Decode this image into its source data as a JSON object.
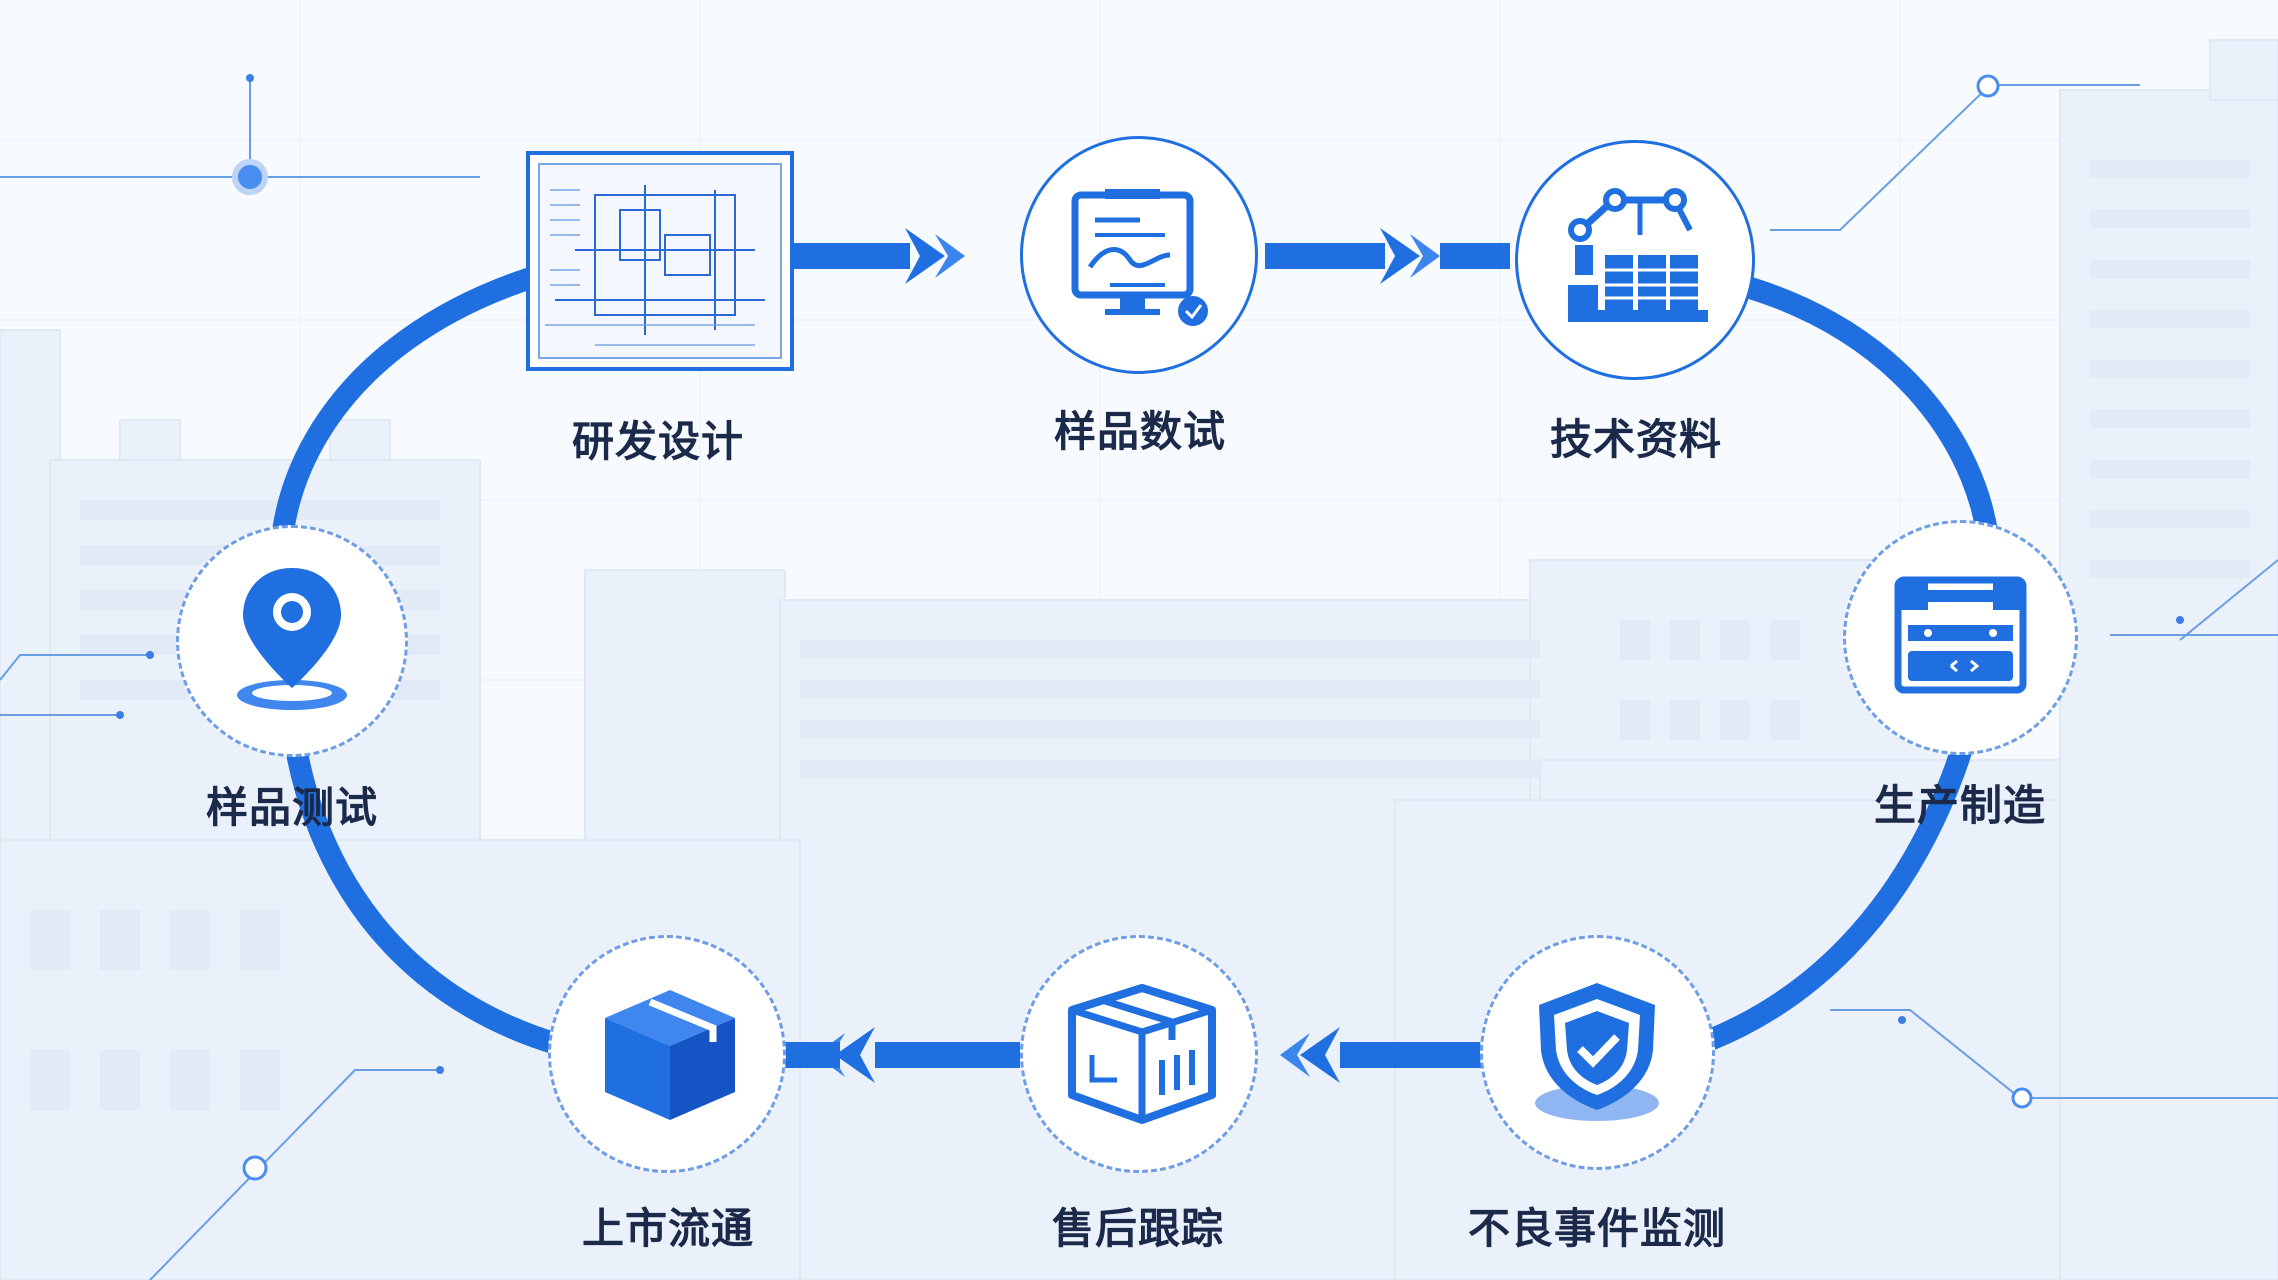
{
  "diagram": {
    "nodes": [
      {
        "id": "rd-design",
        "label": "研发设计",
        "icon": "blueprint-icon"
      },
      {
        "id": "sample-debug",
        "label": "样品数试",
        "icon": "monitor-chart-icon"
      },
      {
        "id": "tech-docs",
        "label": "技术资料",
        "icon": "robot-arm-factory-icon"
      },
      {
        "id": "manufacturing",
        "label": "生产制造",
        "icon": "machine-icon"
      },
      {
        "id": "adverse-monitoring",
        "label": "不良事件监测",
        "icon": "shield-check-icon"
      },
      {
        "id": "after-sales",
        "label": "售后跟踪",
        "icon": "box-icon"
      },
      {
        "id": "market-circulation",
        "label": "上市流通",
        "icon": "cube-icon"
      },
      {
        "id": "sample-test",
        "label": "样品测试",
        "icon": "location-pin-icon"
      }
    ],
    "colors": {
      "primary": "#1f6fe0",
      "dark_primary": "#1554c4",
      "label": "#1b2a4a",
      "circle_fill": "#ffffff",
      "circle_border": "#6f9ee6",
      "background": "#f7fafe",
      "buildings": "#e6eef9"
    }
  }
}
